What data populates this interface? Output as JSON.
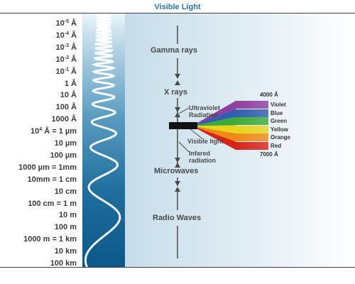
{
  "title": "Visible Light",
  "scale_labels": [
    {
      "base": "10",
      "sup": "-5",
      "unit": " Å"
    },
    {
      "base": "10",
      "sup": "-4",
      "unit": " Å"
    },
    {
      "base": "10",
      "sup": "-3",
      "unit": " Å"
    },
    {
      "base": "10",
      "sup": "-2",
      "unit": " Å"
    },
    {
      "base": "10",
      "sup": "-1",
      "unit": " Å"
    },
    {
      "base": "1 Å",
      "sup": "",
      "unit": ""
    },
    {
      "base": "10 Å",
      "sup": "",
      "unit": ""
    },
    {
      "base": "100 Å",
      "sup": "",
      "unit": ""
    },
    {
      "base": "1000 Å",
      "sup": "",
      "unit": ""
    },
    {
      "base": "10",
      "sup": "4",
      "unit": " Å = 1 µm"
    },
    {
      "base": "10 µm",
      "sup": "",
      "unit": ""
    },
    {
      "base": "100 µm",
      "sup": "",
      "unit": ""
    },
    {
      "base": "1000 µm = 1mm",
      "sup": "",
      "unit": ""
    },
    {
      "base": "10mm = 1 cm",
      "sup": "",
      "unit": ""
    },
    {
      "base": "10 cm",
      "sup": "",
      "unit": ""
    },
    {
      "base": "100 cm = 1 m",
      "sup": "",
      "unit": ""
    },
    {
      "base": "10 m",
      "sup": "",
      "unit": ""
    },
    {
      "base": "100 m",
      "sup": "",
      "unit": ""
    },
    {
      "base": "1000 m = 1 km",
      "sup": "",
      "unit": ""
    },
    {
      "base": "10 km",
      "sup": "",
      "unit": ""
    },
    {
      "base": "100 km",
      "sup": "",
      "unit": ""
    }
  ],
  "bands": {
    "gamma": "Gamma rays",
    "xray": "X rays",
    "uv_line1": "Ultraviolet",
    "uv_line2": "Radiation",
    "visible": "Visible light",
    "ir_line1": "Infared",
    "ir_line2": "radiation",
    "microwaves": "Microwaves",
    "radio": "Radio Waves"
  },
  "spectrum": {
    "top_wavelength": "4000 Å",
    "bottom_wavelength": "7000 Å",
    "colors": [
      {
        "name": "Violet",
        "hex": "#8e3fa0"
      },
      {
        "name": "Blue",
        "hex": "#2f5fae"
      },
      {
        "name": "Green",
        "hex": "#3faa3a"
      },
      {
        "name": "Yellow",
        "hex": "#e8d51c"
      },
      {
        "name": "Orange",
        "hex": "#ef8a16"
      },
      {
        "name": "Red",
        "hex": "#d8231a"
      }
    ]
  },
  "colors": {
    "title": "#2b74a8",
    "axis": "#4a4a4a",
    "wave": "#ffffff"
  }
}
